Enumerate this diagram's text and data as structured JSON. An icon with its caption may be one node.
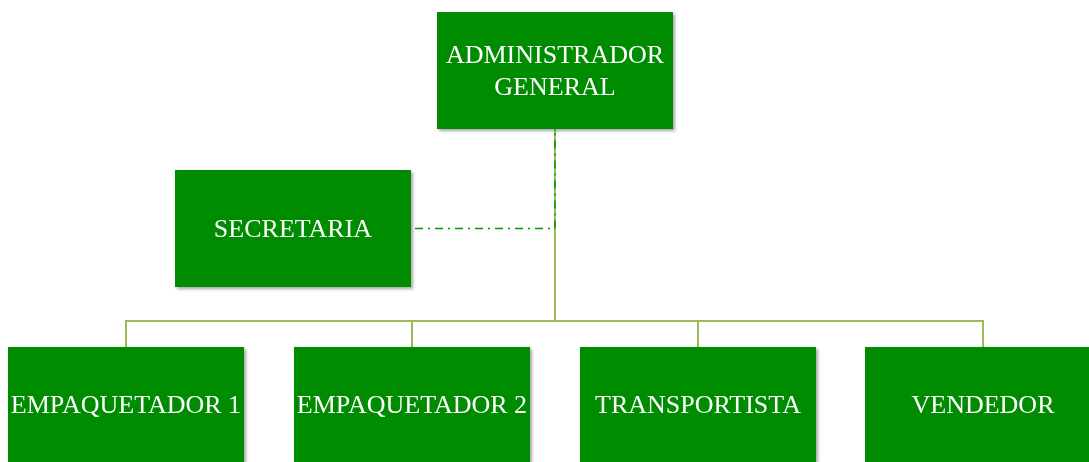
{
  "diagram": {
    "nodes": [
      {
        "text": [
          "ADMINISTRADOR GENERAL"
        ]
      },
      {
        "text": [
          "SECRETARIA"
        ]
      },
      {
        "text": [
          "EMPAQUETADOR 1"
        ]
      },
      {
        "text": [
          "EMPAQUETADOR 2"
        ]
      },
      {
        "text": [
          "TRANSPORTISTA"
        ]
      },
      {
        "text": [
          "VENDEDOR"
        ]
      }
    ],
    "edges": [
      {
        "from": 0,
        "to": 2,
        "arrow": "none"
      },
      {
        "from": 0,
        "to": 3,
        "arrow": "none"
      },
      {
        "from": 0,
        "to": 4,
        "arrow": "none"
      },
      {
        "from": 0,
        "to": 5,
        "arrow": "none"
      },
      {
        "from": 1,
        "to": 0,
        "arrow": "none",
        "style": "dashed",
        "color": "#009900"
      }
    ]
  }
}
